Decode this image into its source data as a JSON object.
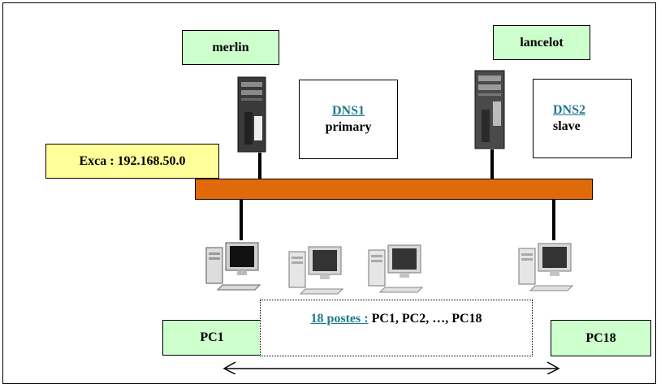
{
  "servers": {
    "merlin": {
      "name": "merlin",
      "role_title": "DNS1",
      "role_type": "primary"
    },
    "lancelot": {
      "name": "lancelot",
      "role_title": "DNS2",
      "role_type": "slave"
    }
  },
  "network": {
    "label": "Exca : 192.168.50.0"
  },
  "workstations": {
    "first": "PC1",
    "last": "PC18",
    "summary_link": "18 postes :",
    "summary_rest": " PC1, PC2, …, PC18"
  },
  "colors": {
    "bus": "#e06a0a",
    "label_green": "#ccffcc",
    "label_yellow": "#ffff99",
    "link_teal": "#1f7a8c"
  },
  "icons": [
    "server-tower-icon",
    "desktop-computer-icon",
    "double-arrow-icon"
  ]
}
